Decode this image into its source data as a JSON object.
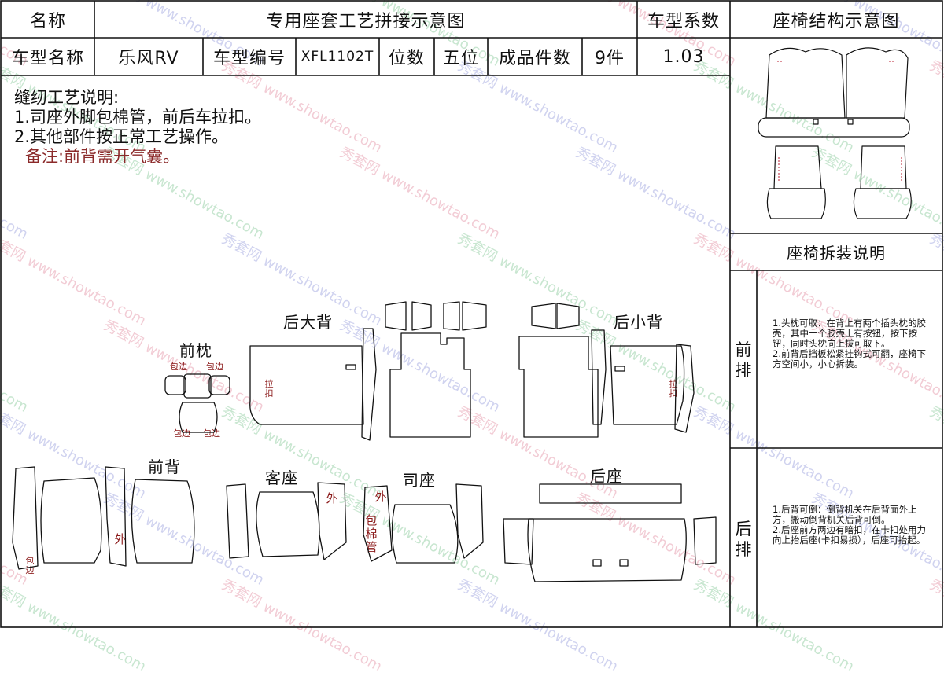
{
  "header": {
    "name_label": "名称",
    "title": "专用座套工艺拼接示意图",
    "coef_label": "车型系数",
    "structure_title": "座椅结构示意图"
  },
  "info_row": {
    "model_name_label": "车型名称",
    "model_name": "乐风RV",
    "model_code_label": "车型编号",
    "model_code": "XFL1102T",
    "seats_label": "位数",
    "seats": "五位",
    "pieces_label": "成品件数",
    "pieces": "9件",
    "coefficient": "1.03"
  },
  "notes": {
    "heading": "缝纫工艺说明:",
    "line1": "1.司座外脚包棉管，前后车拉扣。",
    "line2": "2.其他部件按正常工艺操作。",
    "remark": "备注:前背需开气囊。"
  },
  "parts": {
    "front_headrest": "前枕",
    "rear_big_back": "后大背",
    "rear_small_back": "后小背",
    "front_back": "前背",
    "passenger_seat": "客座",
    "driver_seat": "司座",
    "rear_seat": "后座"
  },
  "tags": {
    "wrap_edge": "包边",
    "outer": "外",
    "pull_buckle": "拉扣",
    "wrap_cotton_tube": "包棉管"
  },
  "disassembly": {
    "title": "座椅拆装说明",
    "front_row_label": "前排",
    "front_row_text": "1.头枕可取：在背上有两个插头枕的胶壳，其中一个胶壳上有按钮，按下按钮，同时头枕向上拔可取下。\n2.前背后挡板松紧挂钩式可翻，座椅下方空间小，小心拆装。",
    "rear_row_label": "后排",
    "rear_row_text": "1.后背可倒：倒背机关在后背面外上方，搬动倒背机关后背可倒。\n2.后座前方两边有暗扣，在卡扣处用力向上抬后座(卡扣易损），后座可抬起。"
  },
  "watermark": {
    "brand": "秀套网",
    "url": "www.showtao.com"
  },
  "colors": {
    "line": "#111111",
    "accent_red": "#8b1a1a",
    "watermark_blue": "#5b63c9",
    "watermark_red": "#d24c6a",
    "watermark_green": "#3ca85a"
  }
}
